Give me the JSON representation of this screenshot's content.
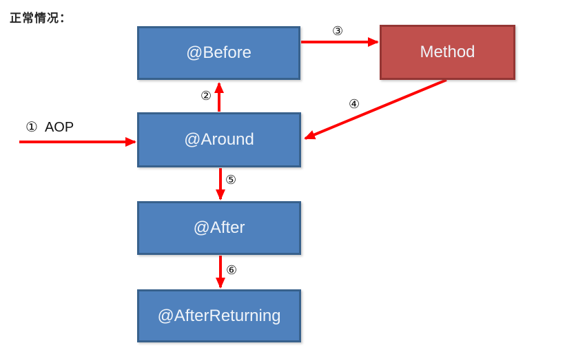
{
  "title": "正常情况：",
  "colors": {
    "node_blue_fill": "#4f81bd",
    "node_blue_border": "#38618c",
    "node_red_fill": "#c0504d",
    "node_red_border": "#943634",
    "arrow_red": "#fe0000",
    "node_text": "#f0f4f9",
    "label_text": "#111111"
  },
  "nodes": {
    "before": {
      "label": "@Before"
    },
    "method": {
      "label": "Method"
    },
    "around": {
      "label": "@Around"
    },
    "after": {
      "label": "@After"
    },
    "after_returning": {
      "label": "@AfterReturning"
    }
  },
  "steps": {
    "step1": {
      "label": "①  AOP"
    },
    "step2": {
      "label": "②"
    },
    "step3": {
      "label": "③"
    },
    "step4": {
      "label": "④"
    },
    "step5": {
      "label": "⑤"
    },
    "step6": {
      "label": "⑥"
    }
  }
}
